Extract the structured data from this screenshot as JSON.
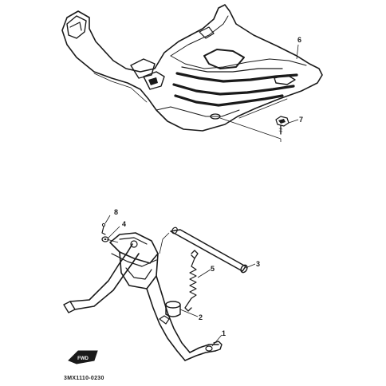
{
  "callouts": {
    "p1": "1",
    "p2": "2",
    "p3": "3",
    "p4": "4",
    "p5": "5",
    "p6": "6",
    "p7": "7",
    "p8": "8"
  },
  "direction_badge": "FWD",
  "diagram_code": "3MX1110-0230",
  "colors": {
    "ink": "#1a1a1a",
    "paper": "#ffffff"
  }
}
